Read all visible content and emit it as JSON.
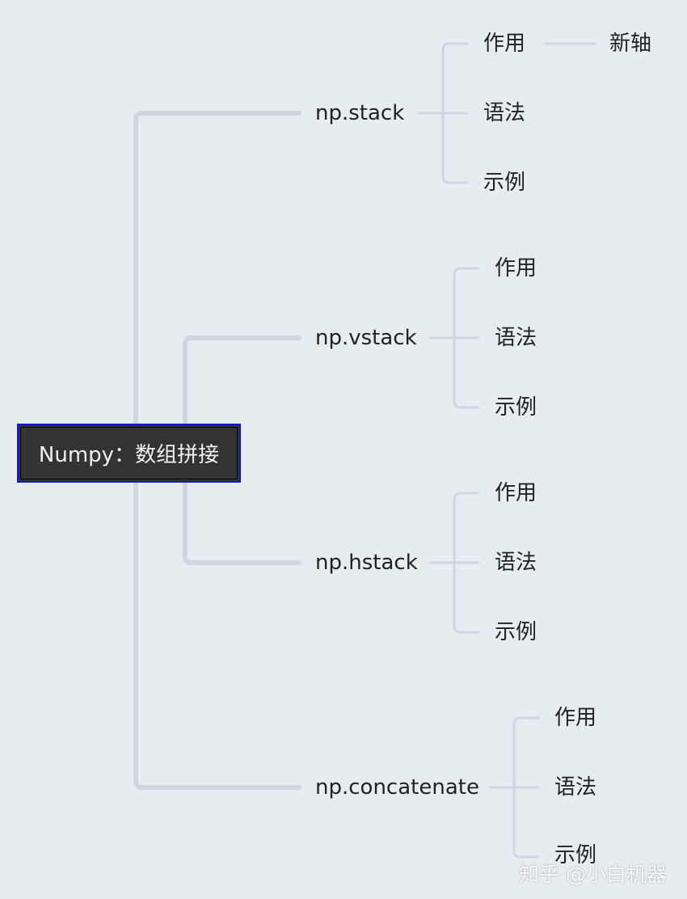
{
  "mindmap": {
    "root": "Numpy：数组拼接",
    "branches": [
      {
        "label": "np.stack",
        "children": [
          "作用",
          "语法",
          "示例"
        ],
        "sub": {
          "parent": "作用",
          "label": "新轴"
        }
      },
      {
        "label": "np.vstack",
        "children": [
          "作用",
          "语法",
          "示例"
        ]
      },
      {
        "label": "np.hstack",
        "children": [
          "作用",
          "语法",
          "示例"
        ]
      },
      {
        "label": "np.concatenate",
        "children": [
          "作用",
          "语法",
          "示例"
        ]
      }
    ]
  },
  "watermark": "知乎 @小白机器"
}
